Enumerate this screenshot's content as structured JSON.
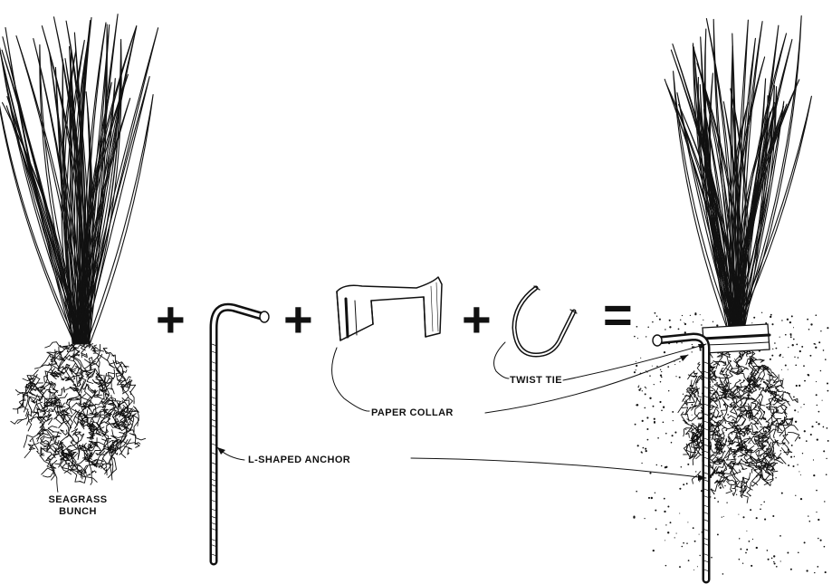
{
  "labels": {
    "seagrass_line1": "SEAGRASS",
    "seagrass_line2": "BUNCH",
    "paper_collar": "PAPER COLLAR",
    "twist_tie": "TWIST TIE",
    "anchor": "L-SHAPED ANCHOR"
  },
  "operators": {
    "plus_1": "+",
    "plus_2": "+",
    "plus_3": "+",
    "equals": "="
  },
  "colors": {
    "ink": "#111111",
    "paper": "#ffffff"
  }
}
